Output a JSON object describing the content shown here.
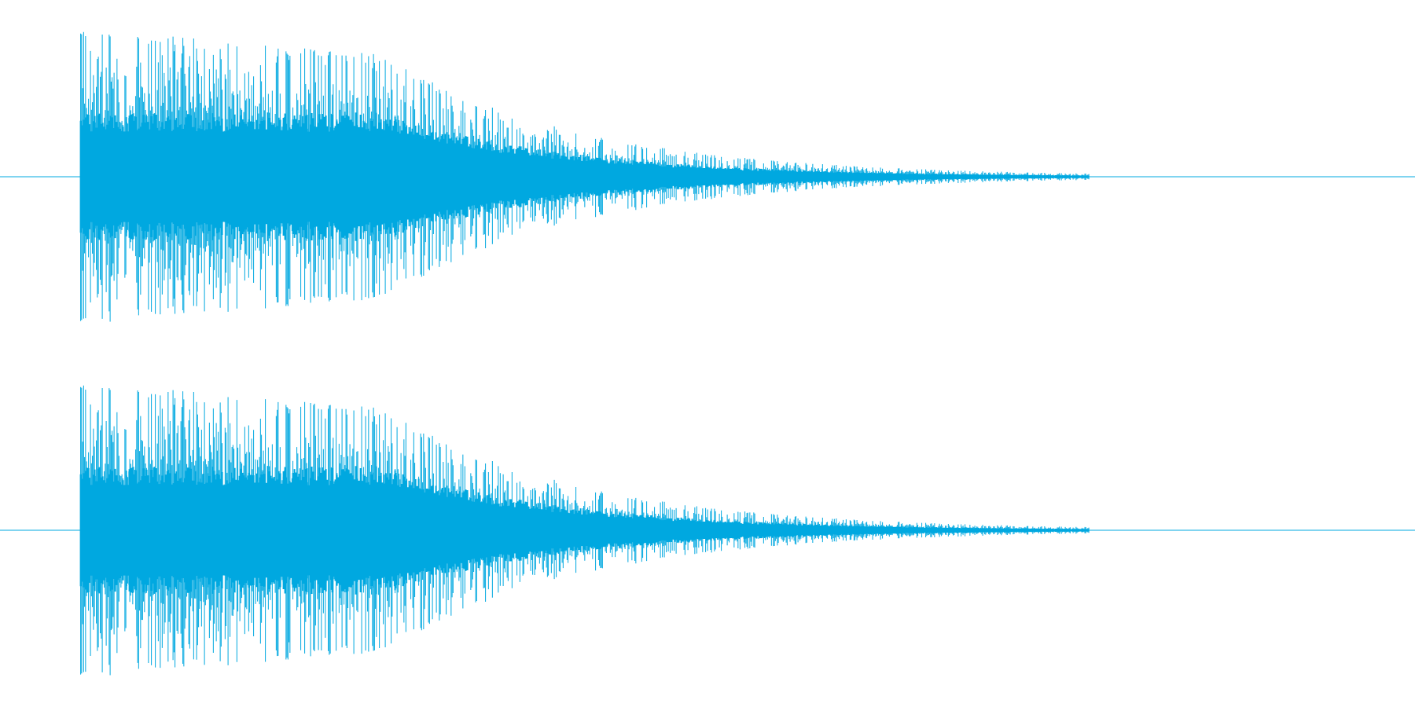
{
  "waveform": {
    "channels": [
      {
        "name": "",
        "peak_amplitude": 0.97,
        "decay_end_fraction": 0.77
      },
      {
        "name": "",
        "peak_amplitude": 0.97,
        "decay_end_fraction": 0.77
      }
    ],
    "color": "#00a8e0",
    "background": "#ffffff",
    "onset_fraction": 0.057
  }
}
